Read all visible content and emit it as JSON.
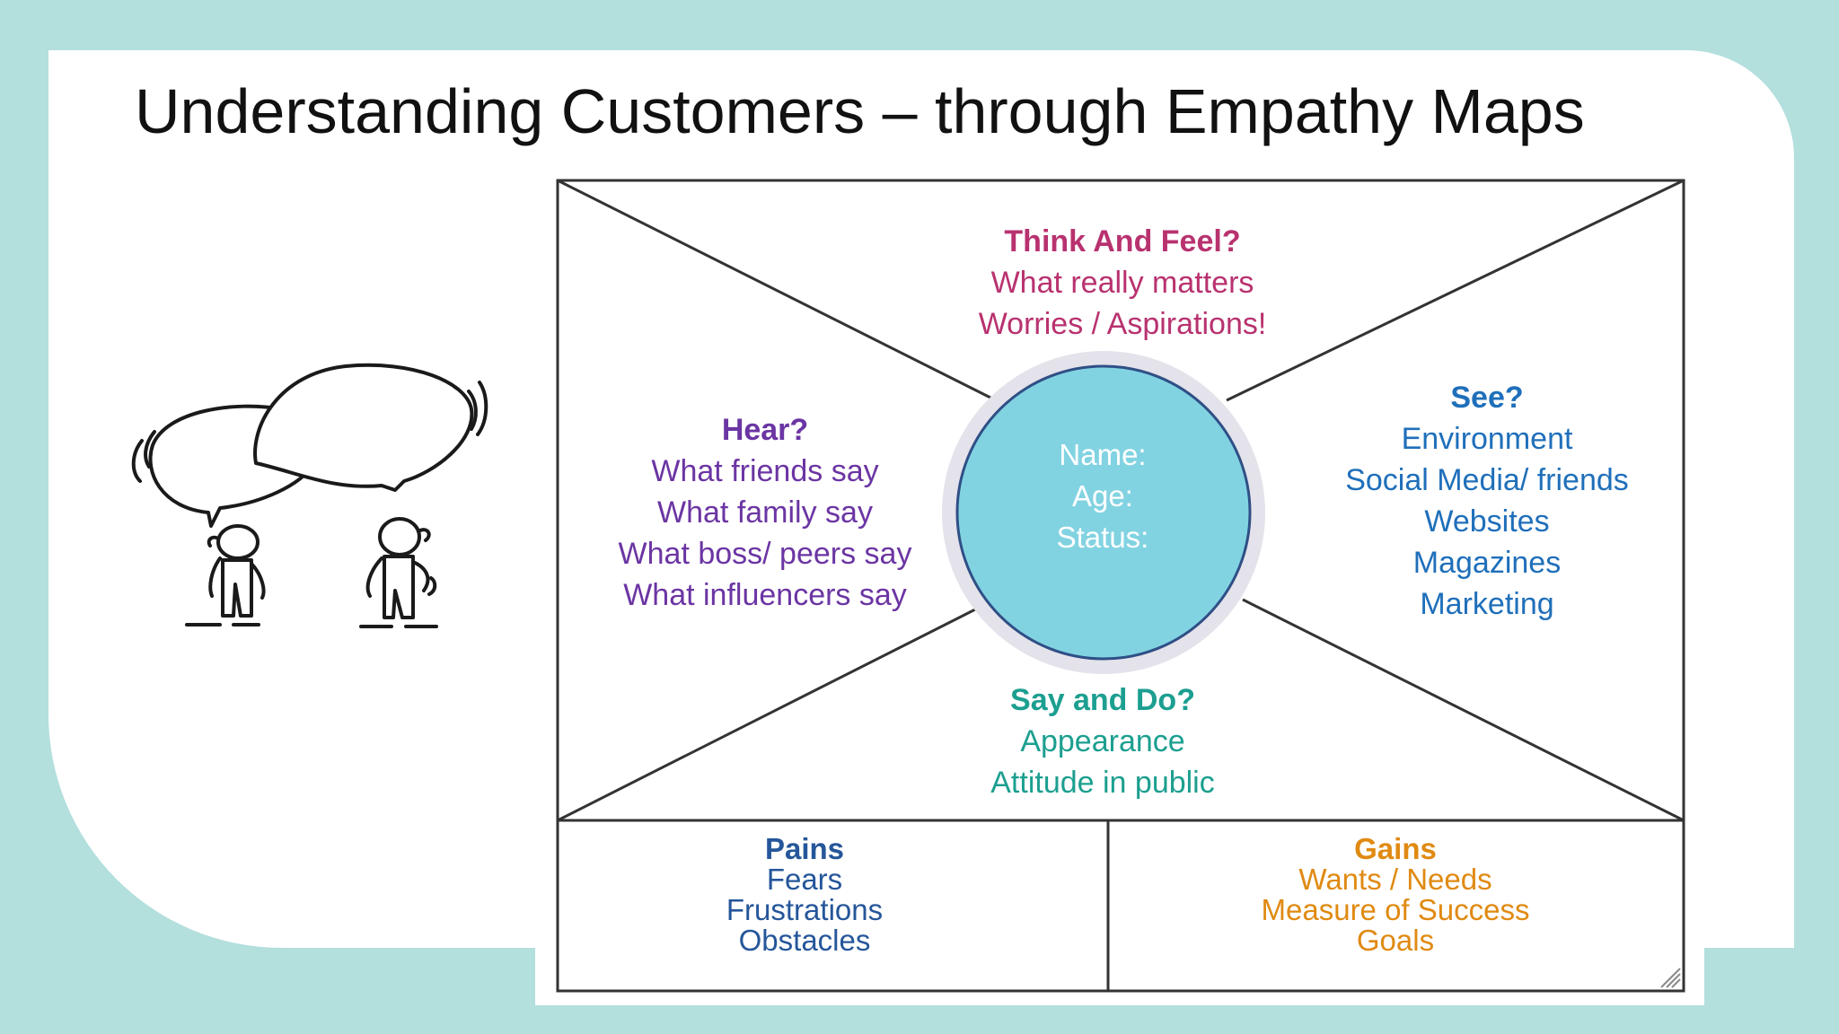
{
  "slide": {
    "title": "Understanding Customers – through Empathy Maps"
  },
  "empathy_map": {
    "think_feel": {
      "heading": "Think And Feel?",
      "lines": [
        "What really matters",
        "Worries / Aspirations!"
      ],
      "color": "#b8326f"
    },
    "hear": {
      "heading": "Hear?",
      "lines": [
        "What friends say",
        "What family say",
        "What boss/ peers say",
        "What influencers say"
      ],
      "color": "#6b35a3"
    },
    "see": {
      "heading": "See?",
      "lines": [
        "Environment",
        "Social Media/ friends",
        "Websites",
        "Magazines",
        "Marketing"
      ],
      "color": "#1f6fba"
    },
    "say_do": {
      "heading": "Say and Do?",
      "lines": [
        "Appearance",
        "Attitude in public"
      ],
      "color": "#1c9f90"
    },
    "persona": {
      "lines": [
        "Name:",
        "Age:",
        "Status:"
      ],
      "fill_color": "#82d3e2",
      "stroke_color": "#2f4f86"
    },
    "pains": {
      "heading": "Pains",
      "lines": [
        "Fears",
        "Frustrations",
        "Obstacles"
      ],
      "color": "#25569a"
    },
    "gains": {
      "heading": "Gains",
      "lines": [
        "Wants / Needs",
        "Measure of Success",
        "Goals"
      ],
      "color": "#e08a12"
    }
  },
  "illustration": {
    "icon": "two-people-talking-icon"
  },
  "colors": {
    "background": "#b3dfdd",
    "card": "#ffffff"
  }
}
